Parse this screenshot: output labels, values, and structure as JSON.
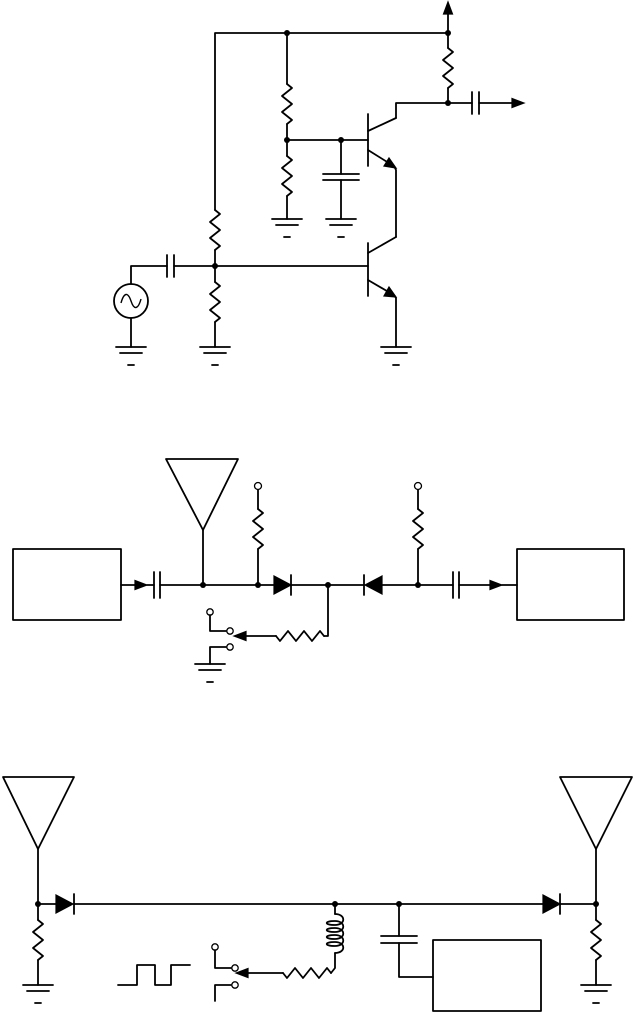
{
  "page": {
    "background": "#ffffff",
    "stroke_color": "#000000"
  },
  "diagrams": [
    {
      "name": "cascode-transistor-amplifier",
      "components": [
        "sine-source",
        "coupling-capacitor",
        "bias-resistors",
        "npn-transistor",
        "npn-transistor",
        "bypass-capacitor",
        "load-resistor",
        "output-capacitor",
        "ground-symbol"
      ]
    },
    {
      "name": "pin-diode-switch",
      "components": [
        "antenna",
        "block",
        "block",
        "coupling-capacitor",
        "diode",
        "diode",
        "pull-up-resistors",
        "switch",
        "resistor",
        "ground-symbol"
      ]
    },
    {
      "name": "pin-diode-switch-with-inductor",
      "components": [
        "antenna",
        "antenna",
        "diode",
        "diode",
        "resistor",
        "inductor",
        "capacitor",
        "switch",
        "square-wave-icon",
        "block",
        "ground-symbol"
      ]
    }
  ],
  "icons": {
    "source": "sine-wave-icon",
    "ground": "ground-icon",
    "antenna": "antenna-icon",
    "diode": "diode-icon",
    "square_wave": "square-wave-icon"
  }
}
